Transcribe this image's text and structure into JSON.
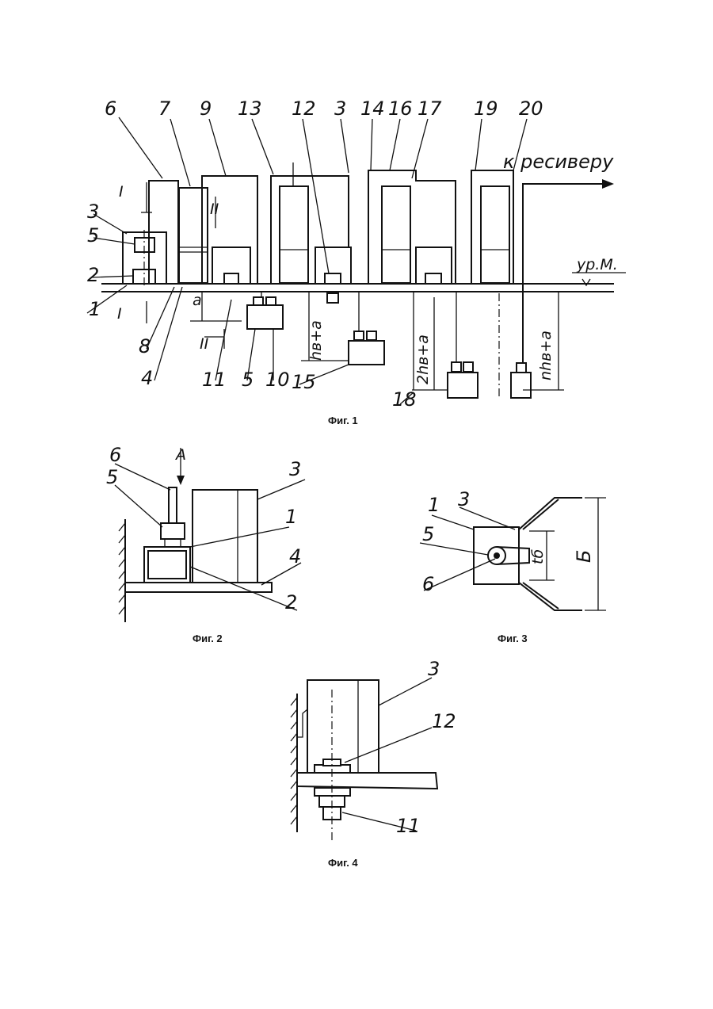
{
  "figures": {
    "fig1": {
      "caption": "Фиг. 1",
      "labels": [
        "6",
        "7",
        "9",
        "13",
        "12",
        "3",
        "14",
        "16",
        "17",
        "19",
        "20",
        "3",
        "5",
        "2",
        "1",
        "I",
        "I",
        "II",
        "II",
        "8",
        "4",
        "11",
        "5",
        "10",
        "15",
        "18",
        "a"
      ],
      "receiver_note": "к ресиверу",
      "level_mark": "ур.М.",
      "dims": [
        "hв+a",
        "2hв+a",
        "nhв+a"
      ]
    },
    "fig2": {
      "caption": "Фиг. 2",
      "labels": [
        "6",
        "5",
        "3",
        "1",
        "4",
        "2"
      ],
      "view_mark": "A"
    },
    "fig3": {
      "caption": "Фиг. 3",
      "labels": [
        "1",
        "3",
        "5",
        "6"
      ],
      "dims": [
        "Б",
        "tб"
      ]
    },
    "fig4": {
      "caption": "Фиг. 4",
      "labels": [
        "3",
        "12",
        "11"
      ]
    }
  }
}
